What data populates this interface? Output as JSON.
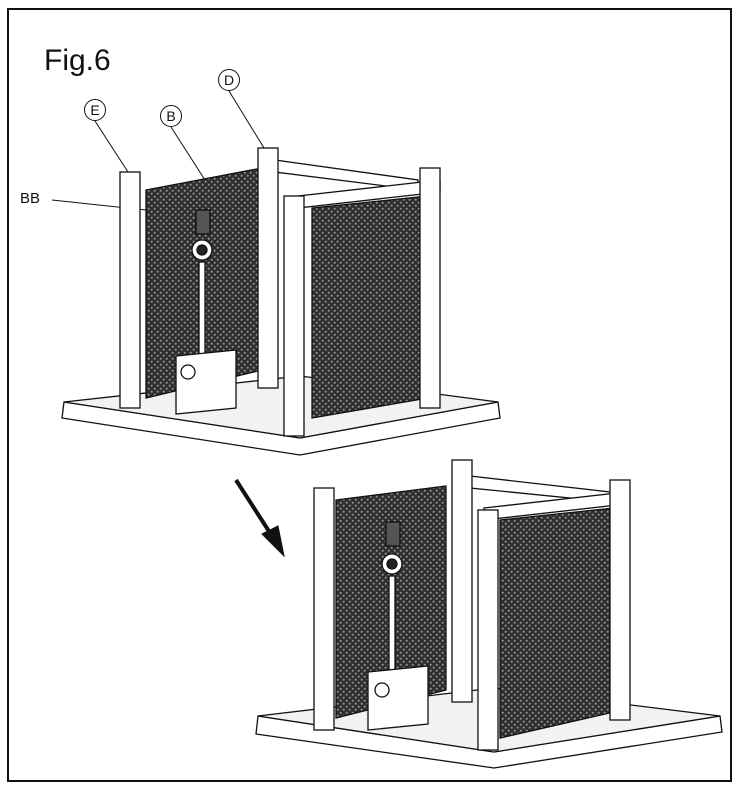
{
  "figure": {
    "title": "Fig.6",
    "callouts": {
      "e": "E",
      "b": "B",
      "d": "D",
      "bb": "BB"
    }
  },
  "colors": {
    "line": "#111111",
    "panel_fill": "#3a3a3a",
    "frame_fill": "#ffffff"
  }
}
